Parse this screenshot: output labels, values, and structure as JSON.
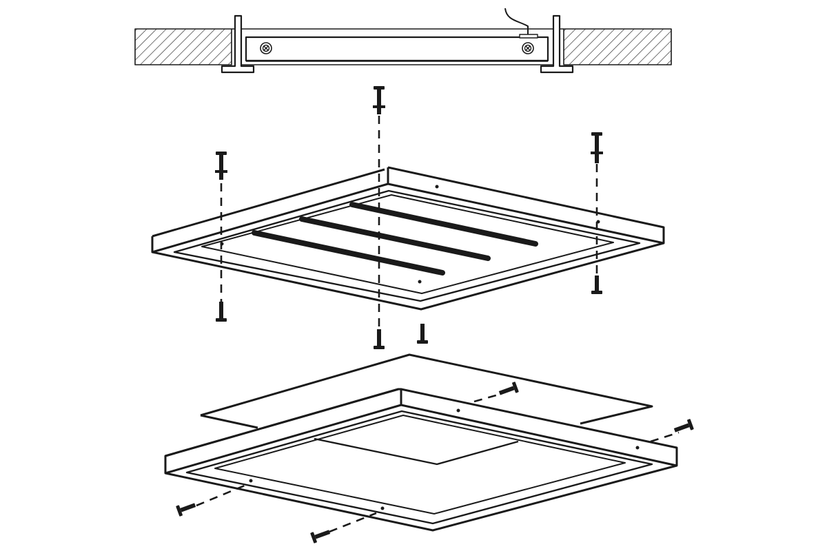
{
  "diagram": {
    "kind": "exploded installation drawing",
    "colors": {
      "ink": "#1a1a1a",
      "hatch": "#333333",
      "background": "#ffffff"
    },
    "components": [
      {
        "id": "ceiling-cross-section",
        "icon": "ceiling-section-icon"
      },
      {
        "id": "mounting-frame",
        "icon": "frame-icon"
      },
      {
        "id": "light-panel",
        "icon": "panel-icon"
      },
      {
        "id": "trim-frame",
        "icon": "frame-icon"
      }
    ],
    "fasteners": {
      "screws_top_frame": 6,
      "screws_bottom_frame": 4,
      "fixing_screws_in_section": 2
    },
    "light_strips": 3
  }
}
